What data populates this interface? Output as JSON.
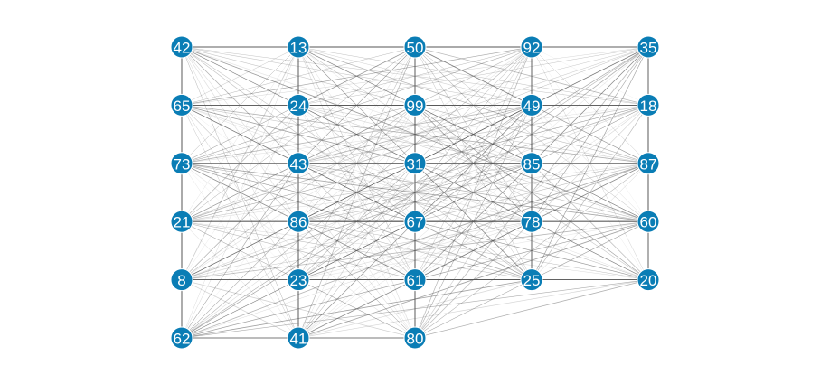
{
  "graph": {
    "node_color": "#0a7db5",
    "edge_color": "#555555",
    "columns": 5,
    "rows": 6,
    "nodes": [
      {
        "id": "42",
        "label": "42",
        "row": 0,
        "col": 0
      },
      {
        "id": "13",
        "label": "13",
        "row": 0,
        "col": 1
      },
      {
        "id": "50",
        "label": "50",
        "row": 0,
        "col": 2
      },
      {
        "id": "92",
        "label": "92",
        "row": 0,
        "col": 3
      },
      {
        "id": "35",
        "label": "35",
        "row": 0,
        "col": 4
      },
      {
        "id": "65",
        "label": "65",
        "row": 1,
        "col": 0
      },
      {
        "id": "24",
        "label": "24",
        "row": 1,
        "col": 1
      },
      {
        "id": "99",
        "label": "99",
        "row": 1,
        "col": 2
      },
      {
        "id": "49",
        "label": "49",
        "row": 1,
        "col": 3
      },
      {
        "id": "18",
        "label": "18",
        "row": 1,
        "col": 4
      },
      {
        "id": "73",
        "label": "73",
        "row": 2,
        "col": 0
      },
      {
        "id": "43",
        "label": "43",
        "row": 2,
        "col": 1
      },
      {
        "id": "31",
        "label": "31",
        "row": 2,
        "col": 2
      },
      {
        "id": "85",
        "label": "85",
        "row": 2,
        "col": 3
      },
      {
        "id": "87",
        "label": "87",
        "row": 2,
        "col": 4
      },
      {
        "id": "21",
        "label": "21",
        "row": 3,
        "col": 0
      },
      {
        "id": "86",
        "label": "86",
        "row": 3,
        "col": 1
      },
      {
        "id": "67",
        "label": "67",
        "row": 3,
        "col": 2
      },
      {
        "id": "78",
        "label": "78",
        "row": 3,
        "col": 3
      },
      {
        "id": "60",
        "label": "60",
        "row": 3,
        "col": 4
      },
      {
        "id": "8",
        "label": "8",
        "row": 4,
        "col": 0
      },
      {
        "id": "23",
        "label": "23",
        "row": 4,
        "col": 1
      },
      {
        "id": "61",
        "label": "61",
        "row": 4,
        "col": 2
      },
      {
        "id": "25",
        "label": "25",
        "row": 4,
        "col": 3
      },
      {
        "id": "20",
        "label": "20",
        "row": 4,
        "col": 4
      },
      {
        "id": "62",
        "label": "62",
        "row": 5,
        "col": 0
      },
      {
        "id": "41",
        "label": "41",
        "row": 5,
        "col": 1
      },
      {
        "id": "80",
        "label": "80",
        "row": 5,
        "col": 2
      }
    ],
    "edges_note": "dense connections between many node pairs; all pairs rendered with varying opacity",
    "connectivity": "complete"
  }
}
